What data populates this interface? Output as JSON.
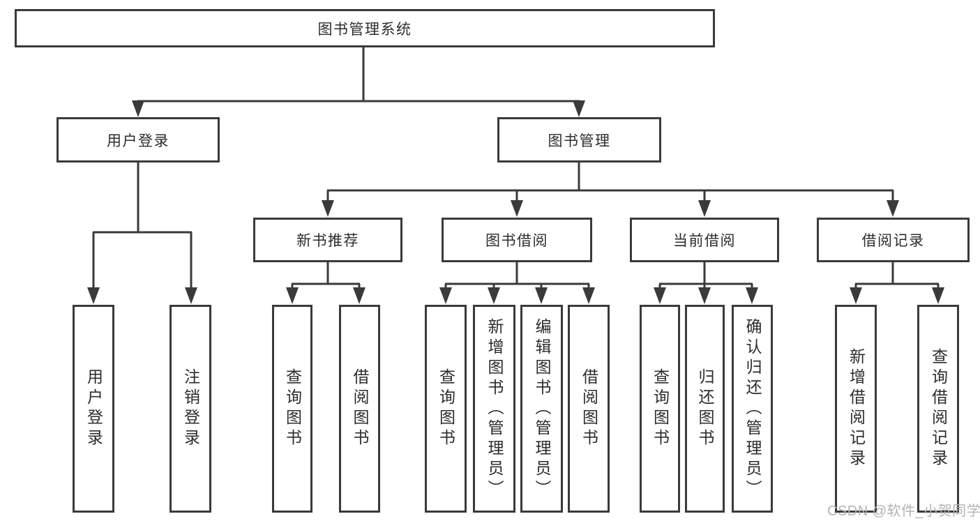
{
  "nodes": {
    "root": "图书管理系统",
    "level2": [
      "用户登录",
      "图书管理"
    ],
    "level3": [
      "新书推荐",
      "图书借阅",
      "当前借阅",
      "借阅记录"
    ],
    "leaves": [
      "用户登录",
      "注销登录",
      "查询图书",
      "借阅图书",
      "查询图书",
      "新增图书（管理员）",
      "编辑图书（管理员）",
      "借阅图书",
      "查询图书",
      "归还图书",
      "确认归还（管理员）",
      "新增借阅记录",
      "查询借阅记录"
    ]
  },
  "watermark": "CSDN @软件_小贺同学",
  "colors": {
    "line": "#3a3a3a",
    "text": "#2c2c2c",
    "watermark": "#b3b3b3",
    "background": "#ffffff"
  }
}
